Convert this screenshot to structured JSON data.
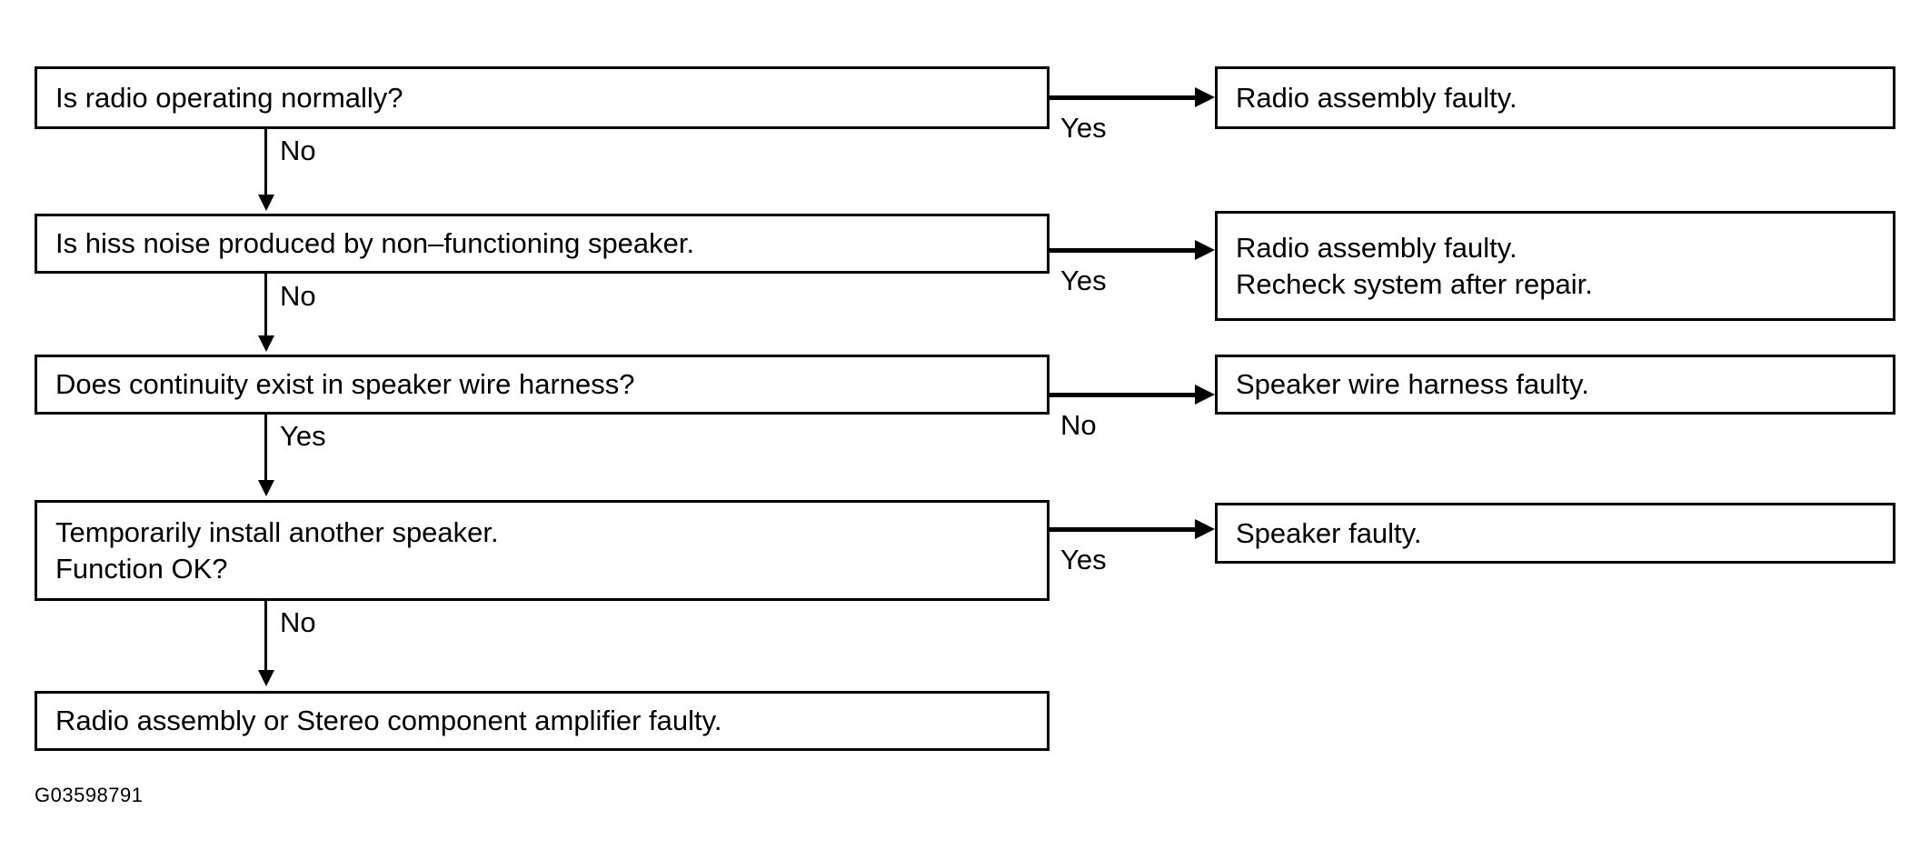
{
  "diagram": {
    "type": "troubleshooting-flowchart",
    "caption": "G03598791",
    "colors": {
      "stroke": "#000000",
      "background": "#ffffff",
      "text": "#000000"
    },
    "nodes": {
      "q1": {
        "line1": "Is radio operating normally?"
      },
      "q2": {
        "line1": "Is hiss noise produced by non–functioning speaker."
      },
      "q3": {
        "line1": "Does continuity exist in speaker wire harness?"
      },
      "q4": {
        "line1": "Temporarily install another speaker.",
        "line2": "Function OK?"
      },
      "q5": {
        "line1": "Radio assembly or Stereo component amplifier faulty."
      },
      "r1": {
        "line1": "Radio assembly faulty."
      },
      "r2": {
        "line1": "Radio assembly faulty.",
        "line2": "Recheck system after repair."
      },
      "r3": {
        "line1": "Speaker wire harness faulty."
      },
      "r4": {
        "line1": "Speaker faulty."
      }
    },
    "edges": {
      "q1_to_r1": "Yes",
      "q1_to_q2": "No",
      "q2_to_r2": "Yes",
      "q2_to_q3": "No",
      "q3_to_r3": "No",
      "q3_to_q4": "Yes",
      "q4_to_r4": "Yes",
      "q4_to_q5": "No"
    }
  }
}
